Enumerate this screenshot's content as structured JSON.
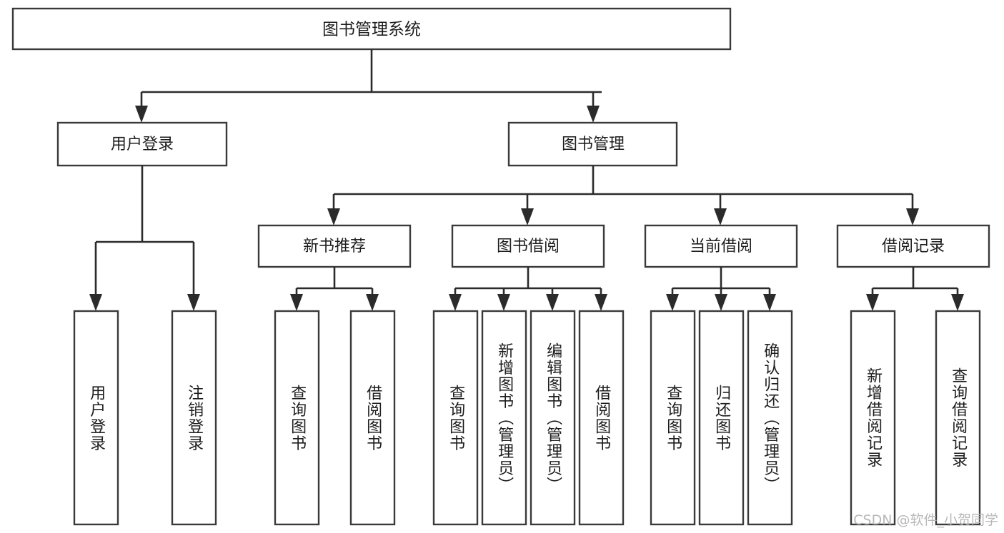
{
  "diagram": {
    "title": "图书管理系统",
    "type": "tree-hierarchy-diagram",
    "colors": {
      "box_stroke": "#3a3a3a",
      "box_fill": "#ffffff",
      "connector": "#2b2b2b",
      "text": "#1d1d1d",
      "watermark": "#b8b8b8",
      "background": "#ffffff"
    },
    "root": {
      "label": "图书管理系统"
    },
    "level2": [
      {
        "label": "用户登录"
      },
      {
        "label": "图书管理"
      }
    ],
    "level3": [
      {
        "label": "新书推荐"
      },
      {
        "label": "图书借阅"
      },
      {
        "label": "当前借阅"
      },
      {
        "label": "借阅记录"
      }
    ],
    "leaves": {
      "user_login": [
        {
          "label": "用户登录"
        },
        {
          "label": "注销登录"
        }
      ],
      "new_book_recommend": [
        {
          "label": "查询图书"
        },
        {
          "label": "借阅图书"
        }
      ],
      "book_borrow": [
        {
          "label": "查询图书"
        },
        {
          "label": "新增图书（管理员）"
        },
        {
          "label": "编辑图书（管理员）"
        },
        {
          "label": "借阅图书"
        }
      ],
      "current_borrow": [
        {
          "label": "查询图书"
        },
        {
          "label": "归还图书"
        },
        {
          "label": "确认归还（管理员）"
        }
      ],
      "borrow_records": [
        {
          "label": "新增借阅记录"
        },
        {
          "label": "查询借阅记录"
        }
      ]
    }
  },
  "watermark": {
    "text": "CSDN @软件_小贺同学"
  }
}
